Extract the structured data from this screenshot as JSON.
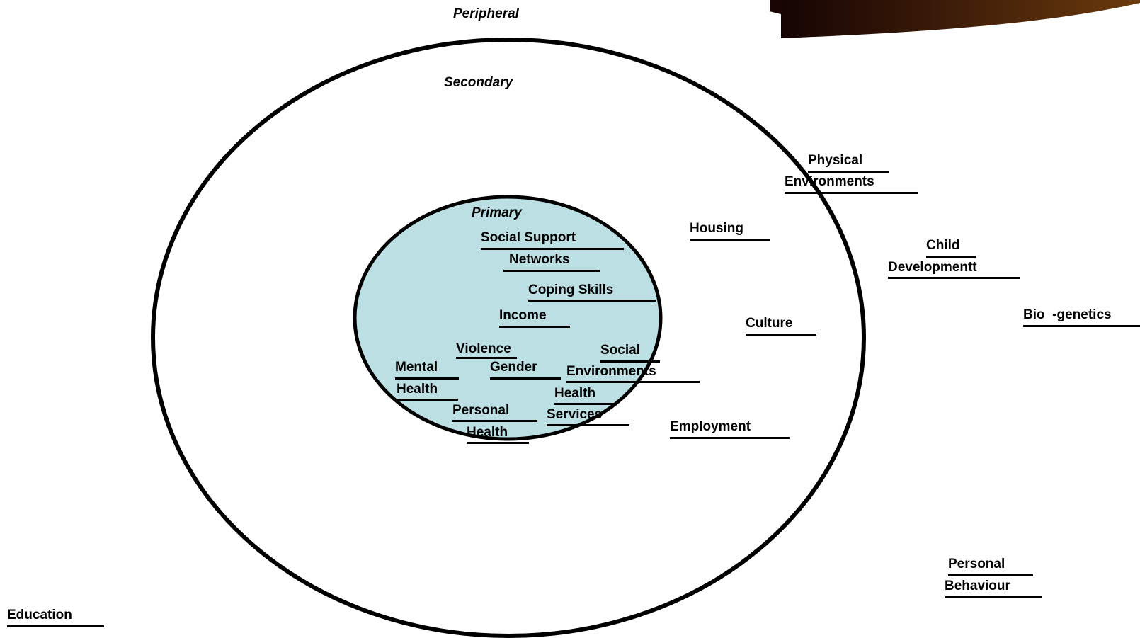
{
  "diagram": {
    "tiers": {
      "peripheral": "Peripheral",
      "secondary": "Secondary",
      "primary": "Primary"
    },
    "primary_items": {
      "social_support": "Social Support",
      "networks": "Networks",
      "coping_skills": "Coping Skills",
      "income": "Income",
      "violence": "Violence",
      "social": "Social",
      "environments": "Environments",
      "mental": "Mental",
      "mental_health": "Health",
      "gender": "Gender",
      "health": "Health",
      "services": "Services",
      "personal": "Personal",
      "personal_health": "Health"
    },
    "secondary_items": {
      "physical": "Physical",
      "physical_environments": "Environments",
      "housing": "Housing",
      "culture": "Culture",
      "employment": "Employment"
    },
    "peripheral_items": {
      "child": "Child",
      "developmentt": "Developmentt",
      "bio_genetics": "Bio  -genetics",
      "personal": "Personal",
      "behaviour": "Behaviour",
      "education": "Education"
    },
    "colors": {
      "primary_fill": "#bbdfe2",
      "outline": "#000000",
      "decoration_dark": "#1a0503",
      "decoration_brown": "#6b3a0c"
    }
  }
}
